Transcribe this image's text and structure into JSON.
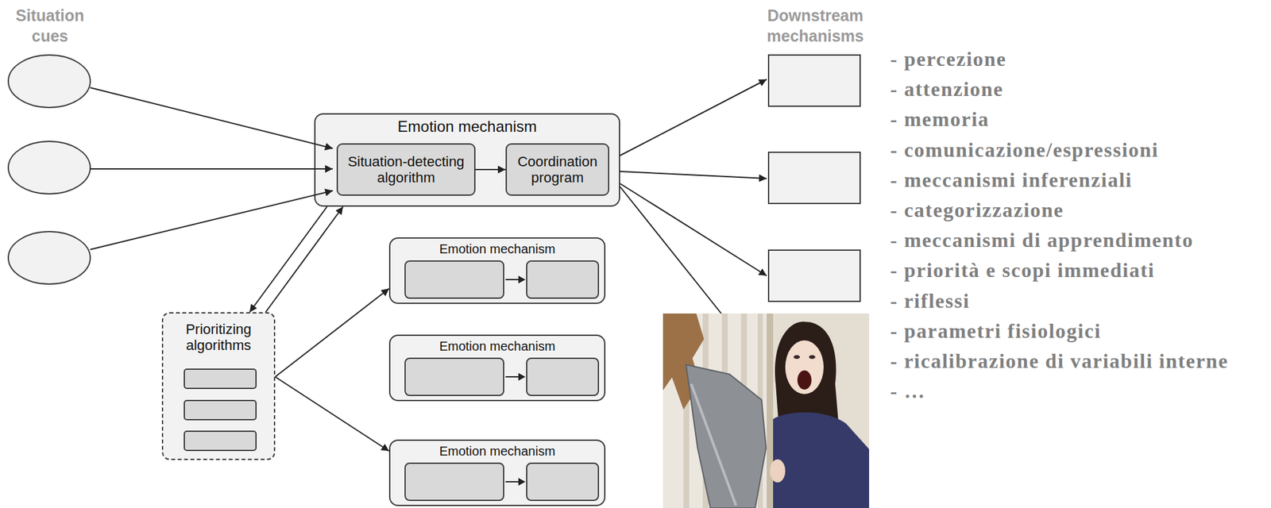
{
  "diagram": {
    "nodes": [
      {
        "text": [
          "Emotion mechanism"
        ]
      },
      {
        "text": [
          "Situation-detecting algorithm"
        ],
        "in": 0
      },
      {
        "text": [
          "Coordination program"
        ],
        "in": 0
      },
      {
        "text": [
          "Prioritizing algorithms"
        ]
      },
      {
        "text": [
          "Emotion mechanism"
        ]
      },
      {
        "text": [
          "Emotion mechanism"
        ]
      },
      {
        "text": [
          "Emotion mechanism"
        ]
      }
    ],
    "edges": [
      {
        "from": 1,
        "to": 2,
        "arrow": "to"
      },
      {
        "from": 0,
        "to": 3,
        "arrow": "to"
      },
      {
        "from": 3,
        "to": 0,
        "arrow": "to"
      },
      {
        "from": 3,
        "to": 4,
        "arrow": "to"
      },
      {
        "from": 3,
        "to": 6,
        "arrow": "to"
      }
    ],
    "labels": [
      "Situation cues",
      "Downstream mechanisms",
      "- percezione",
      "- attenzione",
      "- memoria",
      "- comunicazione/espressioni",
      "- meccanismi inferenziali",
      "- categorizzazione",
      "- meccanismi di apprendimento",
      "- priorità e scopi immediati",
      "- riflessi",
      "- parametri fisiologici",
      "- ricalibrazione di variabili interne",
      "- …"
    ]
  }
}
